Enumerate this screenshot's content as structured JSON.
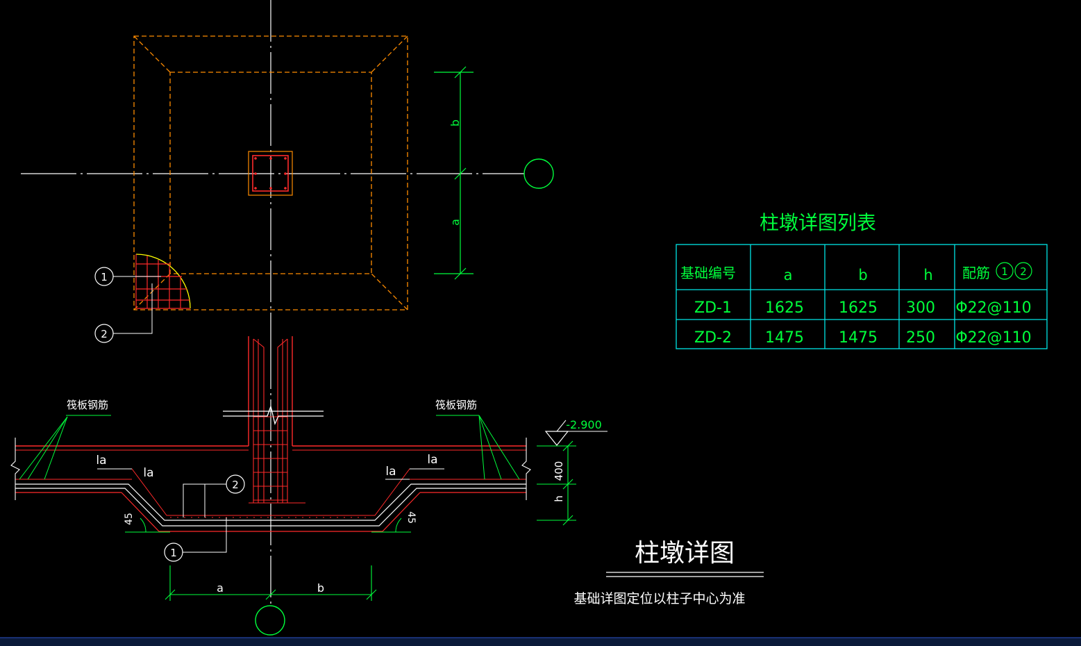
{
  "colors": {
    "background": "#000000",
    "orange": "#ff8c00",
    "red": "#ff2a2a",
    "green": "#00ff3c",
    "white": "#ffffff",
    "yellow": "#ffff00",
    "cyan": "#00e6e6",
    "bottom_bar": "#1f3a8c"
  },
  "plan": {
    "dim_b": "b",
    "dim_a": "a",
    "callout_1": "1",
    "callout_2": "2"
  },
  "table": {
    "title": "柱墩详图列表",
    "headers": [
      "基础编号",
      "a",
      "b",
      "h",
      "配筋"
    ],
    "header_circles": [
      "1",
      "2"
    ],
    "rows": [
      [
        "ZD-1",
        "1625",
        "1625",
        "300",
        "Φ22@110"
      ],
      [
        "ZD-2",
        "1475",
        "1475",
        "250",
        "Φ22@110"
      ]
    ]
  },
  "section": {
    "raft_rebar_left": "筏板钢筋",
    "raft_rebar_right": "筏板钢筋",
    "la_1": "la",
    "la_2": "la",
    "la_3": "la",
    "la_4": "la",
    "angle_left": "45",
    "angle_right": "45",
    "elevation": "-2.900",
    "dim_400": "400",
    "dim_h": "h",
    "callout_2": "2",
    "callout_1": "1",
    "dim_a": "a",
    "dim_b": "b"
  },
  "title": {
    "main": "柱墩详图",
    "note": "基础详图定位以柱子中心为准"
  }
}
